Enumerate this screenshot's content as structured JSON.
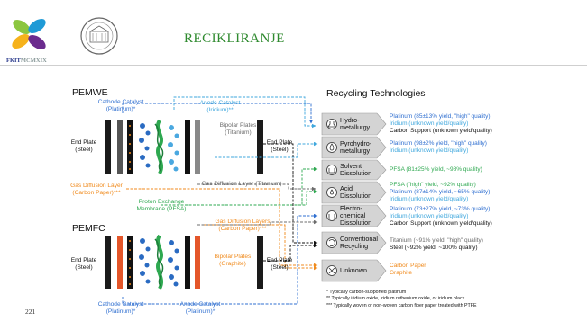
{
  "header": {
    "title": "RECIKLIRANJE",
    "brand_a": "FKIT",
    "brand_b": "MCMXIX",
    "slide_number": "221"
  },
  "diagram": {
    "pemwe": {
      "title": "PEMWE",
      "cathode_catalyst": [
        "Cathode Catalyst",
        "(Platinum)*"
      ],
      "anode_catalyst": [
        "Anode Catalyst",
        "(Iridium)**"
      ],
      "end_plate_left": [
        "End Plate",
        "(Steel)"
      ],
      "end_plate_right": [
        "End Plate",
        "(Steel)"
      ],
      "bipolar_plates": [
        "Bipolar Plates",
        "(Titanium)"
      ],
      "gdl_titanium": "Gas Diffusion Layer (Titanium)",
      "gdl_carbon": [
        "Gas Diffusion Layer",
        "(Carbon Paper)***"
      ]
    },
    "membrane": [
      "Proton Exchange",
      "Membrane (PFSA)"
    ],
    "pemfc": {
      "title": "PEMFC",
      "gdl": [
        "Gas Diffusion Layers",
        "(Carbon Paper)***"
      ],
      "end_plate_left": [
        "End Plate",
        "(Steel)"
      ],
      "end_plate_right": [
        "End Plate",
        "(Steel)"
      ],
      "bipolar_plates": [
        "Bipolar Plates",
        "(Graphite)"
      ],
      "cathode_catalyst": [
        "Cathode Catalyst",
        "(Platinum)*"
      ],
      "anode_catalyst": [
        "Anode Catalyst",
        "(Platinum)*"
      ]
    },
    "recycling": {
      "title": "Recycling Technologies",
      "technologies": [
        {
          "name": [
            "Hydro-",
            "metallurgy"
          ],
          "icon": "flask-icon",
          "results": [
            {
              "text": "Platinum (85±13% yield, \"high\" quality)",
              "color": "blue"
            },
            {
              "text": "Iridium (unknown yield/quality)",
              "color": "cyan"
            },
            {
              "text": "Carbon Support (unknown yield/quality)",
              "color": "black"
            }
          ]
        },
        {
          "name": [
            "Pyrohydro-",
            "metallurgy"
          ],
          "icon": "flame-icon",
          "results": [
            {
              "text": "Platinum (98±2% yield, \"high\" quality)",
              "color": "blue"
            },
            {
              "text": "Iridium (unknown yield/quality)",
              "color": "cyan"
            }
          ]
        },
        {
          "name": [
            "Solvent",
            "Dissolution"
          ],
          "icon": "beaker-icon",
          "results": [
            {
              "text": "PFSA (81±25% yield, ~98% quality)",
              "color": "green"
            }
          ]
        },
        {
          "name": [
            "Acid",
            "Dissolution"
          ],
          "icon": "drop-icon",
          "results": [
            {
              "text": "PFSA (\"high\" yield, ~92% quality)",
              "color": "green"
            },
            {
              "text": "Platinum (87±14% yield, ~65% quality)",
              "color": "blue"
            },
            {
              "text": "Iridium (unknown yield/quality)",
              "color": "cyan"
            }
          ]
        },
        {
          "name": [
            "Electro-",
            "chemical",
            "Dissolution"
          ],
          "icon": "electrode-icon",
          "results": [
            {
              "text": "Platinum (73±27% yield, ~73% quality)",
              "color": "blue"
            },
            {
              "text": "Iridium (unknown yield/quality)",
              "color": "cyan"
            },
            {
              "text": "Carbon Support (unknown yield/quality)",
              "color": "black"
            }
          ]
        },
        {
          "name": [
            "Conventional",
            "Recycling"
          ],
          "icon": "recycle-icon",
          "results": [
            {
              "text": "Titanium (~91% yield, \"high\" quality)",
              "color": "gray"
            },
            {
              "text": "Steel (~92% yield, ~100% quality)",
              "color": "black"
            }
          ]
        },
        {
          "name": [
            "Unknown"
          ],
          "icon": "x-icon",
          "results": [
            {
              "text": "Carbon Paper",
              "color": "orange"
            },
            {
              "text": "Graphite",
              "color": "orange"
            }
          ]
        }
      ]
    },
    "footnotes": [
      "* Typically carbon-supported platinum",
      "** Typically iridium oxide, iridium ruthenium oxide, or iridium black",
      "*** Typically woven or non-woven carbon fiber paper treated with PTFE"
    ]
  },
  "colors": {
    "platinum": "#2f6fd0",
    "iridium": "#3fa7dd",
    "titanium": "#6c6c6c",
    "pfsa": "#2ea850",
    "carbon": "#f08a1c",
    "steel": "#111111",
    "graphite": "#e4562a"
  }
}
